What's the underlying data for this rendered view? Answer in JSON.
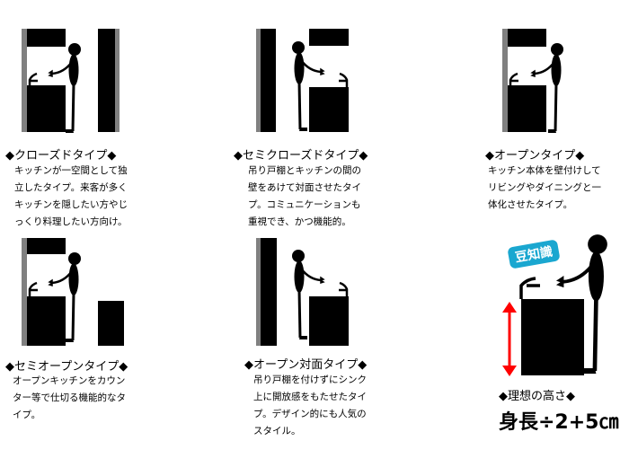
{
  "types": [
    {
      "title": "◆クローズドタイプ◆",
      "lines": [
        "キッチンが一空間として独",
        "立したタイプ。来客が多く",
        "キッチンを隠したい方やじ",
        "っくり料理したい方向け。"
      ]
    },
    {
      "title": "◆セミクローズドタイプ◆",
      "lines": [
        "吊り戸棚とキッチンの間の",
        "壁をあけて対面させたタイ",
        "プ。コミュニケーションも",
        "重視でき、かつ機能的。"
      ]
    },
    {
      "title": "◆オープンタイプ◆",
      "lines": [
        "キッチン本体を壁付けして",
        "リビングやダイニングと一",
        "体化させたタイプ。"
      ]
    },
    {
      "title": "◆セミオープンタイプ◆",
      "lines": [
        "オープンキッチンをカウン",
        "ター等で仕切る機能的なタ",
        "イプ。"
      ]
    },
    {
      "title": "◆オープン対面タイプ◆",
      "lines": [
        "吊り戸棚を付けずにシンク",
        "上に開放感をもたせたタイ",
        "プ。デザイン的にも人気の",
        "スタイル。"
      ]
    }
  ],
  "tip": {
    "badge": "豆知識",
    "title": "◆理想の高さ◆",
    "formula": "身長÷2+5㎝"
  },
  "colors": {
    "wall": "#808080",
    "fill": "#000000",
    "arrow": "#ff0000",
    "badge": "#1aa7d0"
  }
}
